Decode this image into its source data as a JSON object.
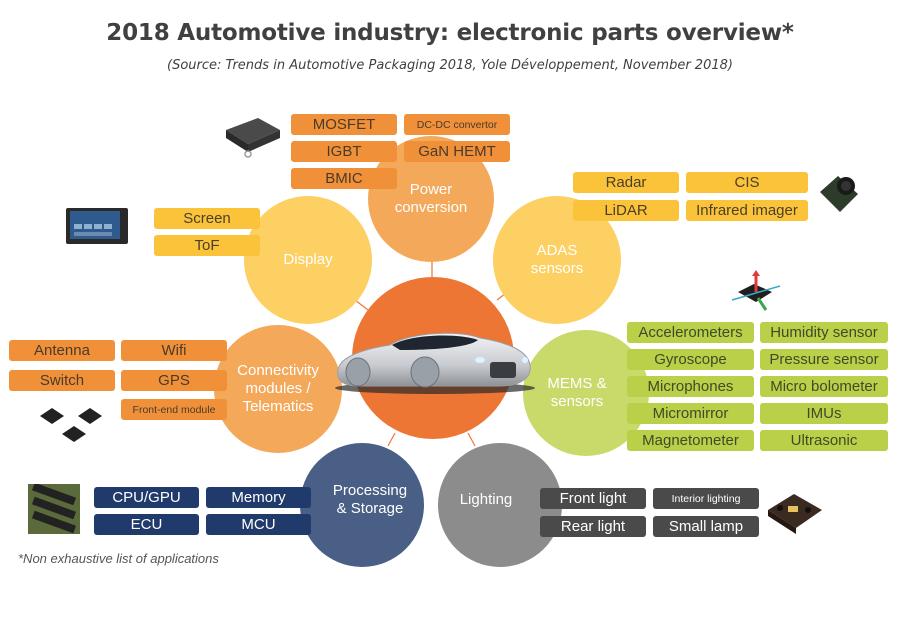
{
  "header": {
    "title": "2018 Automotive industry: electronic parts overview*",
    "subtitle": "(Source: Trends in Automotive Packaging 2018, Yole Développement, November 2018)"
  },
  "footnote": "*Non exhaustive list of applications",
  "center": {
    "label": "car-image",
    "color": "#ee7634"
  },
  "categories": {
    "power": {
      "label_line1": "Power",
      "label_line2": "conversion",
      "color": "#f4a85a",
      "items": [
        "MOSFET",
        "DC-DC convertor",
        "IGBT",
        "GaN HEMT",
        "BMIC"
      ]
    },
    "adas": {
      "label_line1": "ADAS",
      "label_line2": "sensors",
      "color": "#fdd063",
      "items": [
        "Radar",
        "CIS",
        "LiDAR",
        "Infrared imager"
      ]
    },
    "display": {
      "label_line1": "Display",
      "color": "#fdd063",
      "items": [
        "Screen",
        "ToF"
      ]
    },
    "connectivity": {
      "label_line1": "Connectivity",
      "label_line2": "modules /",
      "label_line3": "Telematics",
      "color": "#f4a85a",
      "items": [
        "Antenna",
        "Wifi",
        "Switch",
        "GPS",
        "Front-end module"
      ]
    },
    "mems": {
      "label_line1": "MEMS &",
      "label_line2": "sensors",
      "color": "#c9da6a",
      "items": [
        "Accelerometers",
        "Humidity sensor",
        "Gyroscope",
        "Pressure sensor",
        "Microphones",
        "Micro bolometer",
        "Micromirror",
        "IMUs",
        "Magnetometer",
        "Ultrasonic"
      ]
    },
    "processing": {
      "label_line1": "Processing",
      "label_line2": "& Storage",
      "color": "#4a5f85",
      "items": [
        "CPU/GPU",
        "Memory",
        "ECU",
        "MCU"
      ]
    },
    "lighting": {
      "label_line1": "Lighting",
      "color": "#8c8c8c",
      "items": [
        "Front light",
        "Interior lighting",
        "Rear light",
        "Small lamp"
      ]
    }
  },
  "colors": {
    "orange_box": "#f0913a",
    "yellow_box": "#fbc33a",
    "green_box": "#b9d048",
    "navy_box": "#1f3a6b",
    "grey_box": "#4a4a4a"
  }
}
